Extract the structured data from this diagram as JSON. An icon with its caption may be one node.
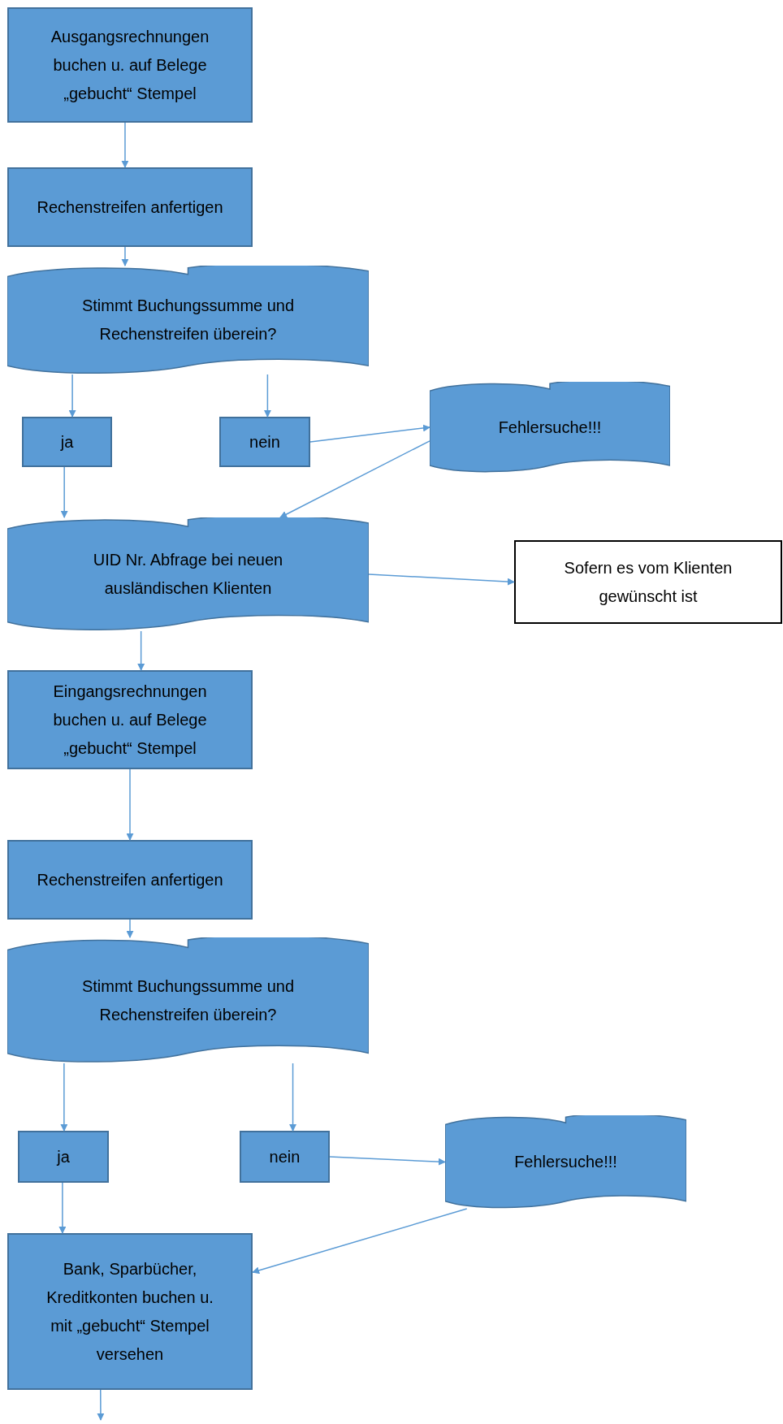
{
  "diagram": {
    "nodes": [
      {
        "text": [
          "Ausgangsrechnungen buchen u. auf Belege „gebucht“ Stempel"
        ]
      },
      {
        "text": [
          "Rechenstreifen anfertigen"
        ]
      },
      {
        "text": [
          "Stimmt Buchungssumme und Rechenstreifen überein?"
        ]
      },
      {
        "text": [
          "ja"
        ]
      },
      {
        "text": [
          "nein"
        ]
      },
      {
        "text": [
          "Fehlersuche!!!"
        ]
      },
      {
        "text": [
          "UID Nr. Abfrage bei neuen ausländischen Klienten"
        ]
      },
      {
        "text": [
          "Sofern es vom Klienten gewünscht ist"
        ]
      },
      {
        "text": [
          "Eingangsrechnungen buchen u. auf Belege „gebucht“ Stempel"
        ]
      },
      {
        "text": [
          "Rechenstreifen anfertigen"
        ]
      },
      {
        "text": [
          "Stimmt Buchungssumme und Rechenstreifen überein?"
        ]
      },
      {
        "text": [
          "ja"
        ]
      },
      {
        "text": [
          "nein"
        ]
      },
      {
        "text": [
          "Fehlersuche!!!"
        ]
      },
      {
        "text": [
          "Bank, Sparbücher, Kreditkonten buchen u. mit „gebucht“ Stempel versehen"
        ]
      }
    ],
    "edges": [
      {
        "from": 0,
        "to": 1,
        "arrow": "to"
      },
      {
        "from": 1,
        "to": 2,
        "arrow": "to"
      },
      {
        "from": 2,
        "to": 3,
        "arrow": "to"
      },
      {
        "from": 2,
        "to": 4,
        "arrow": "to"
      },
      {
        "from": 4,
        "to": 5,
        "arrow": "to"
      },
      {
        "from": 5,
        "to": 6,
        "arrow": "to"
      },
      {
        "from": 3,
        "to": 6,
        "arrow": "to"
      },
      {
        "from": 6,
        "to": 7,
        "arrow": "to"
      },
      {
        "from": 6,
        "to": 8,
        "arrow": "to"
      },
      {
        "from": 8,
        "to": 9,
        "arrow": "to"
      },
      {
        "from": 9,
        "to": 10,
        "arrow": "to"
      },
      {
        "from": 10,
        "to": 11,
        "arrow": "to"
      },
      {
        "from": 10,
        "to": 12,
        "arrow": "to"
      },
      {
        "from": 12,
        "to": 13,
        "arrow": "to"
      },
      {
        "from": 13,
        "to": 14,
        "arrow": "to"
      },
      {
        "from": 11,
        "to": 14,
        "arrow": "to"
      },
      {
        "from": 14,
        "to": null,
        "arrow": "to"
      }
    ]
  }
}
